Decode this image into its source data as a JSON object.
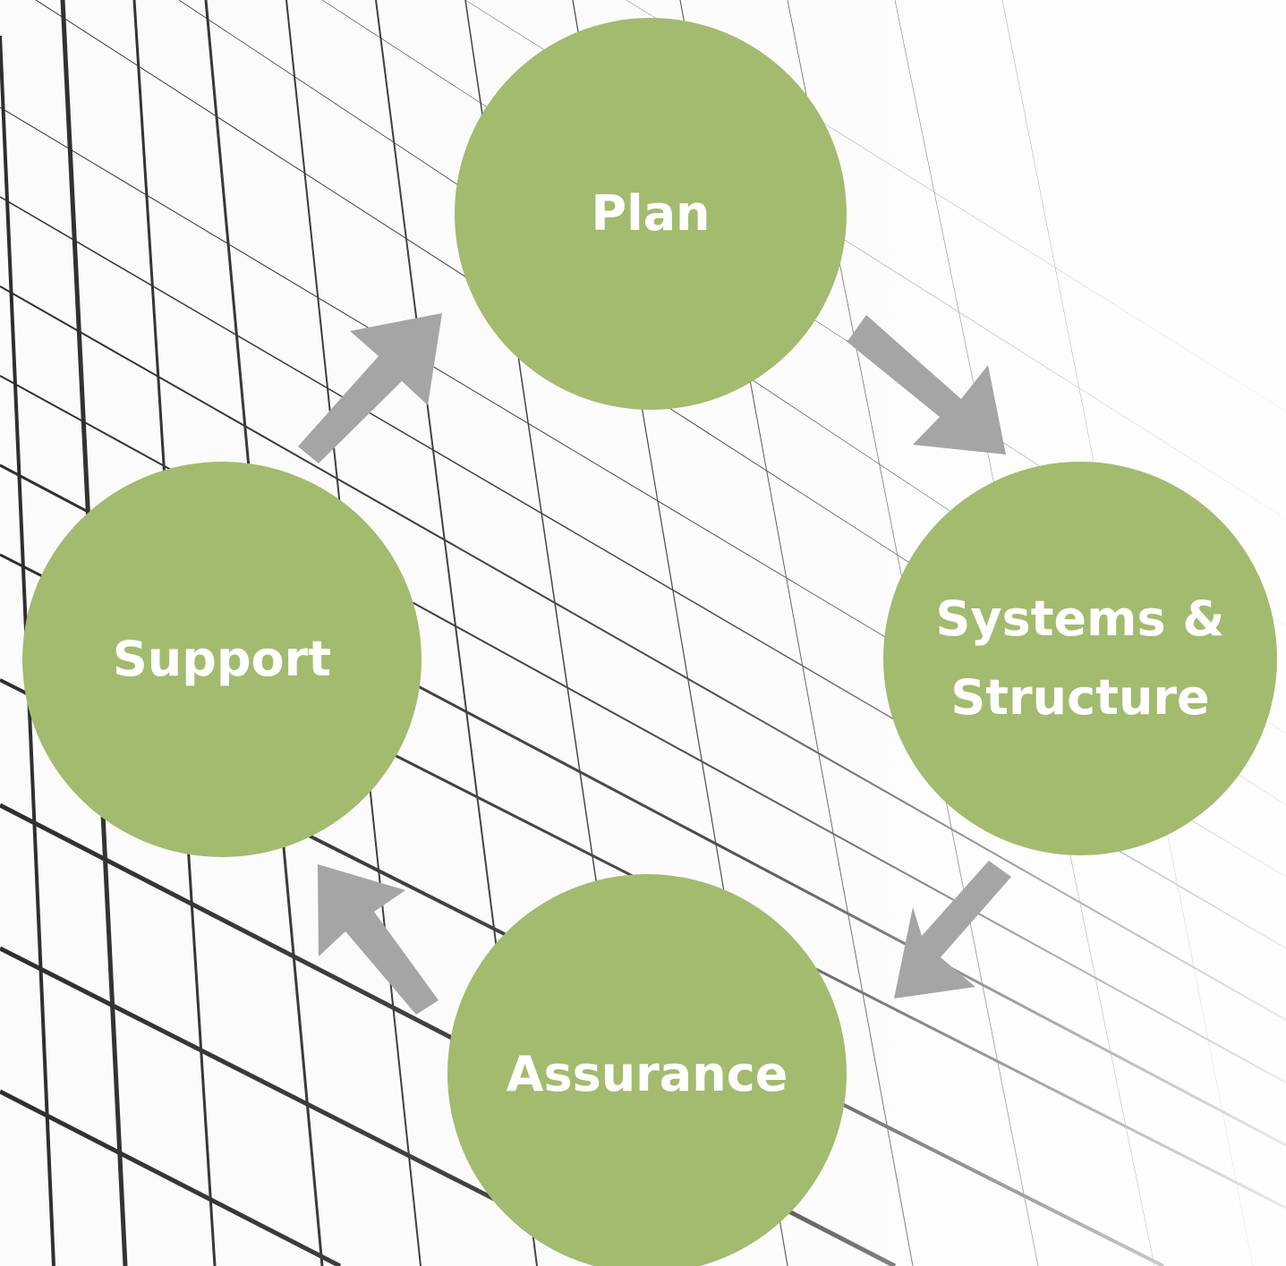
{
  "colors": {
    "node_fill": "#a2bb6f",
    "node_text": "#ffffff",
    "arrow": "#a5a5a3",
    "background": "#fbfbfb",
    "grid_line": "#2e2e2e"
  },
  "diagram": {
    "nodes": [
      {
        "id": "plan",
        "label": "Plan"
      },
      {
        "id": "systems",
        "label": "Systems & Structure"
      },
      {
        "id": "assurance",
        "label": "Assurance"
      },
      {
        "id": "support",
        "label": "Support"
      }
    ],
    "edges": [
      {
        "from": "Plan",
        "to": "Systems & Structure"
      },
      {
        "from": "Systems & Structure",
        "to": "Assurance"
      },
      {
        "from": "Assurance",
        "to": "Support"
      },
      {
        "from": "Support",
        "to": "Plan"
      }
    ]
  }
}
